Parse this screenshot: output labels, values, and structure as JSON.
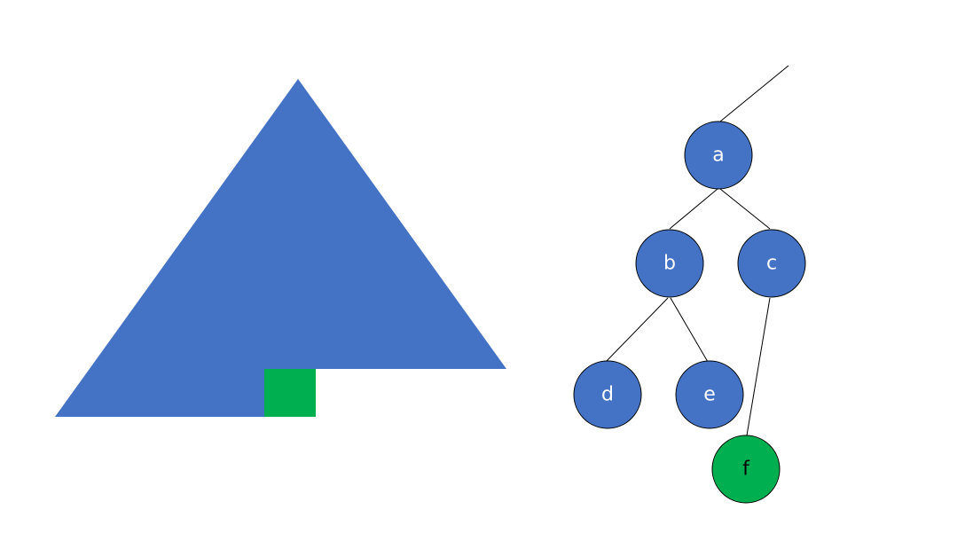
{
  "colors": {
    "blue_fill": "#4472C4",
    "green_fill": "#00B050",
    "node_stroke": "#000000",
    "edge": "#000000",
    "background": "#FFFFFF"
  },
  "tree": {
    "nodes": [
      {
        "id": "a",
        "label": "a",
        "color": "blue_fill"
      },
      {
        "id": "b",
        "label": "b",
        "color": "blue_fill"
      },
      {
        "id": "c",
        "label": "c",
        "color": "blue_fill"
      },
      {
        "id": "d",
        "label": "d",
        "color": "blue_fill"
      },
      {
        "id": "e",
        "label": "e",
        "color": "blue_fill"
      },
      {
        "id": "f",
        "label": "f",
        "color": "green_fill"
      }
    ],
    "edges": [
      {
        "from": "a",
        "to": "b"
      },
      {
        "from": "a",
        "to": "c"
      },
      {
        "from": "b",
        "to": "d"
      },
      {
        "from": "b",
        "to": "e"
      },
      {
        "from": "c",
        "to": "f"
      }
    ]
  }
}
